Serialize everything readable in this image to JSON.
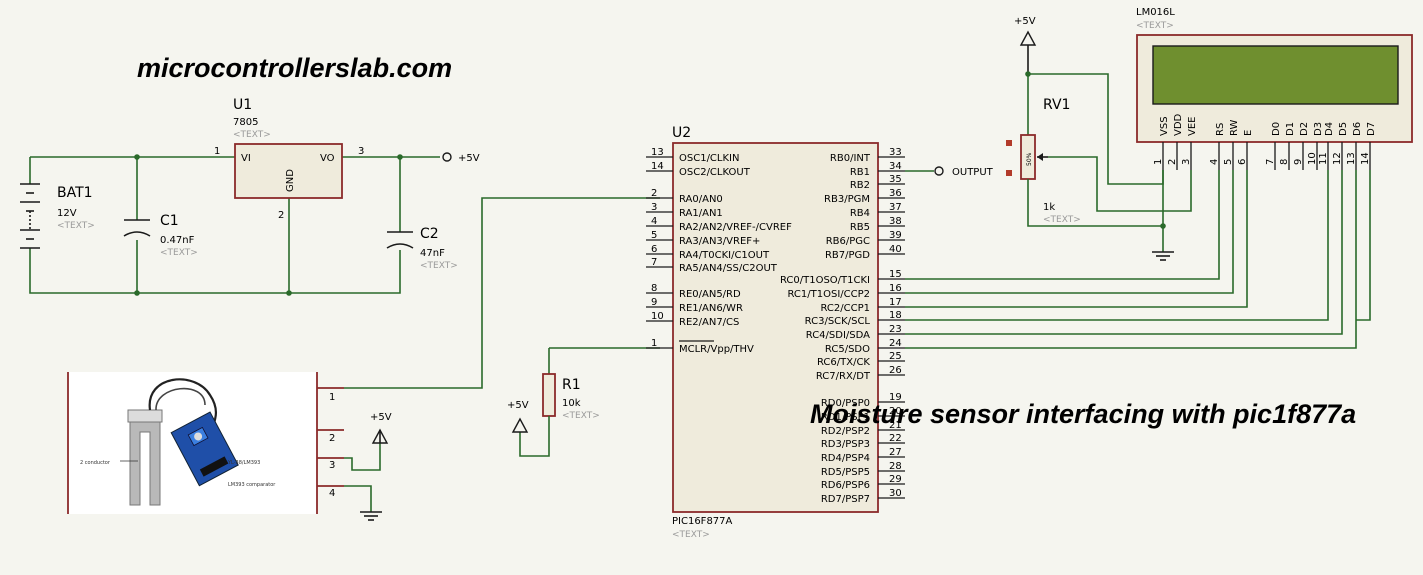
{
  "website": "microcontrollerslab.com",
  "title": "Moisture sensor interfacing with pic1f877a",
  "text_placeholder": "<TEXT>",
  "power_label": "+5V",
  "output_label": "OUTPUT",
  "battery": {
    "ref": "BAT1",
    "value": "12V"
  },
  "regulator": {
    "ref": "U1",
    "part": "7805",
    "vi": "VI",
    "vo": "VO",
    "gnd": "GND",
    "pin1": "1",
    "pin2": "2",
    "pin3": "3"
  },
  "c1": {
    "ref": "C1",
    "value": "0.47nF"
  },
  "c2": {
    "ref": "C2",
    "value": "47nF"
  },
  "r1": {
    "ref": "R1",
    "value": "10k"
  },
  "rv1": {
    "ref": "RV1",
    "value": "1k",
    "body": "50%"
  },
  "mcu": {
    "ref": "U2",
    "part": "PIC16F877A",
    "left_pins": [
      {
        "num": "13",
        "name": "OSC1/CLKIN"
      },
      {
        "num": "14",
        "name": "OSC2/CLKOUT"
      },
      {
        "num": "2",
        "name": "RA0/AN0"
      },
      {
        "num": "3",
        "name": "RA1/AN1"
      },
      {
        "num": "4",
        "name": "RA2/AN2/VREF-/CVREF"
      },
      {
        "num": "5",
        "name": "RA3/AN3/VREF+"
      },
      {
        "num": "6",
        "name": "RA4/T0CKI/C1OUT"
      },
      {
        "num": "7",
        "name": "RA5/AN4/SS/C2OUT"
      },
      {
        "num": "8",
        "name": "RE0/AN5/RD"
      },
      {
        "num": "9",
        "name": "RE1/AN6/WR"
      },
      {
        "num": "10",
        "name": "RE2/AN7/CS"
      },
      {
        "num": "1",
        "name": "MCLR/Vpp/THV"
      }
    ],
    "right_pins": [
      {
        "num": "33",
        "name": "RB0/INT"
      },
      {
        "num": "34",
        "name": "RB1"
      },
      {
        "num": "35",
        "name": "RB2"
      },
      {
        "num": "36",
        "name": "RB3/PGM"
      },
      {
        "num": "37",
        "name": "RB4"
      },
      {
        "num": "38",
        "name": "RB5"
      },
      {
        "num": "39",
        "name": "RB6/PGC"
      },
      {
        "num": "40",
        "name": "RB7/PGD"
      },
      {
        "num": "15",
        "name": "RC0/T1OSO/T1CKI"
      },
      {
        "num": "16",
        "name": "RC1/T1OSI/CCP2"
      },
      {
        "num": "17",
        "name": "RC2/CCP1"
      },
      {
        "num": "18",
        "name": "RC3/SCK/SCL"
      },
      {
        "num": "23",
        "name": "RC4/SDI/SDA"
      },
      {
        "num": "24",
        "name": "RC5/SDO"
      },
      {
        "num": "25",
        "name": "RC6/TX/CK"
      },
      {
        "num": "26",
        "name": "RC7/RX/DT"
      },
      {
        "num": "19",
        "name": "RD0/PSP0"
      },
      {
        "num": "20",
        "name": "RD1/PSP1"
      },
      {
        "num": "21",
        "name": "RD2/PSP2"
      },
      {
        "num": "22",
        "name": "RD3/PSP3"
      },
      {
        "num": "27",
        "name": "RD4/PSP4"
      },
      {
        "num": "28",
        "name": "RD5/PSP5"
      },
      {
        "num": "29",
        "name": "RD6/PSP6"
      },
      {
        "num": "30",
        "name": "RD7/PSP7"
      }
    ]
  },
  "lcd": {
    "ref": "LM016L",
    "pins": [
      {
        "num": "1",
        "name": "VSS"
      },
      {
        "num": "2",
        "name": "VDD"
      },
      {
        "num": "3",
        "name": "VEE"
      },
      {
        "num": "4",
        "name": "RS"
      },
      {
        "num": "5",
        "name": "RW"
      },
      {
        "num": "6",
        "name": "E"
      },
      {
        "num": "7",
        "name": "D0"
      },
      {
        "num": "8",
        "name": "D1"
      },
      {
        "num": "9",
        "name": "D2"
      },
      {
        "num": "10",
        "name": "D3"
      },
      {
        "num": "11",
        "name": "D4"
      },
      {
        "num": "12",
        "name": "D5"
      },
      {
        "num": "13",
        "name": "D6"
      },
      {
        "num": "14",
        "name": "D7"
      }
    ]
  },
  "sensor": {
    "pins": [
      "1",
      "2",
      "3",
      "4"
    ],
    "label_left": "2 conductor",
    "label_board": "YL-38/LM393",
    "label_module": "LM393 comparator"
  }
}
